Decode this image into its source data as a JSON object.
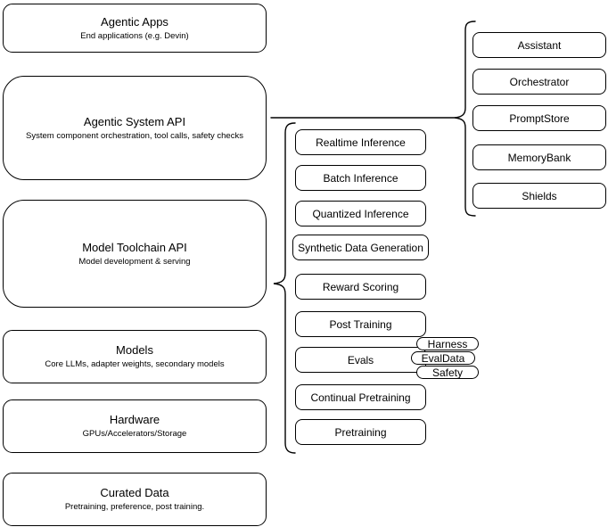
{
  "left_stack": {
    "items": [
      {
        "title": "Agentic Apps",
        "subtitle": "End applications (e.g. Devin)"
      },
      {
        "title": "Agentic System API",
        "subtitle": "System component orchestration, tool calls, safety checks"
      },
      {
        "title": "Model Toolchain API",
        "subtitle": "Model development & serving"
      },
      {
        "title": "Models",
        "subtitle": "Core LLMs, adapter weights, secondary models"
      },
      {
        "title": "Hardware",
        "subtitle": "GPUs/Accelerators/Storage"
      },
      {
        "title": "Curated Data",
        "subtitle": "Pretraining, preference, post training."
      }
    ]
  },
  "toolchain_group": {
    "items": [
      {
        "label": "Realtime Inference"
      },
      {
        "label": "Batch Inference"
      },
      {
        "label": "Quantized Inference"
      },
      {
        "label": "Synthetic Data Generation"
      },
      {
        "label": "Reward Scoring"
      },
      {
        "label": "Post Training"
      },
      {
        "label": "Evals"
      },
      {
        "label": "Continual Pretraining"
      },
      {
        "label": "Pretraining"
      }
    ],
    "eval_tags": [
      {
        "label": "Harness"
      },
      {
        "label": "EvalData"
      },
      {
        "label": "Safety"
      }
    ]
  },
  "system_group": {
    "items": [
      {
        "label": "Assistant"
      },
      {
        "label": "Orchestrator"
      },
      {
        "label": "PromptStore"
      },
      {
        "label": "MemoryBank"
      },
      {
        "label": "Shields"
      }
    ]
  },
  "colors": {
    "stroke": "#000000",
    "background": "#ffffff",
    "text": "#000000"
  }
}
